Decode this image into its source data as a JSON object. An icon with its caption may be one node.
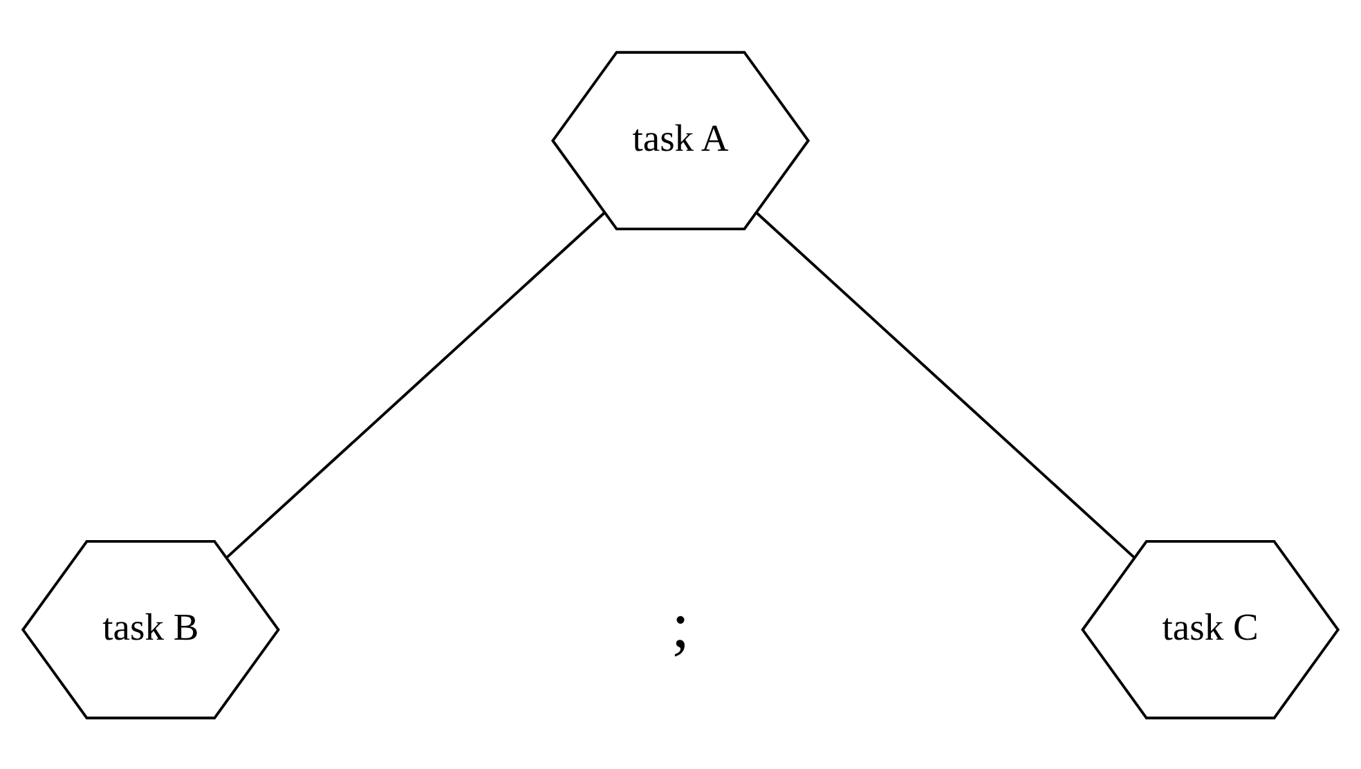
{
  "diagram": {
    "nodes": [
      {
        "text": [
          "task A"
        ]
      },
      {
        "text": [
          "task B"
        ]
      },
      {
        "text": [
          "task C"
        ]
      }
    ],
    "edges": [
      {
        "from": 0,
        "to": 1,
        "arrow": "none"
      },
      {
        "from": 0,
        "to": 2,
        "arrow": "none"
      }
    ],
    "labels": [
      ";"
    ]
  }
}
